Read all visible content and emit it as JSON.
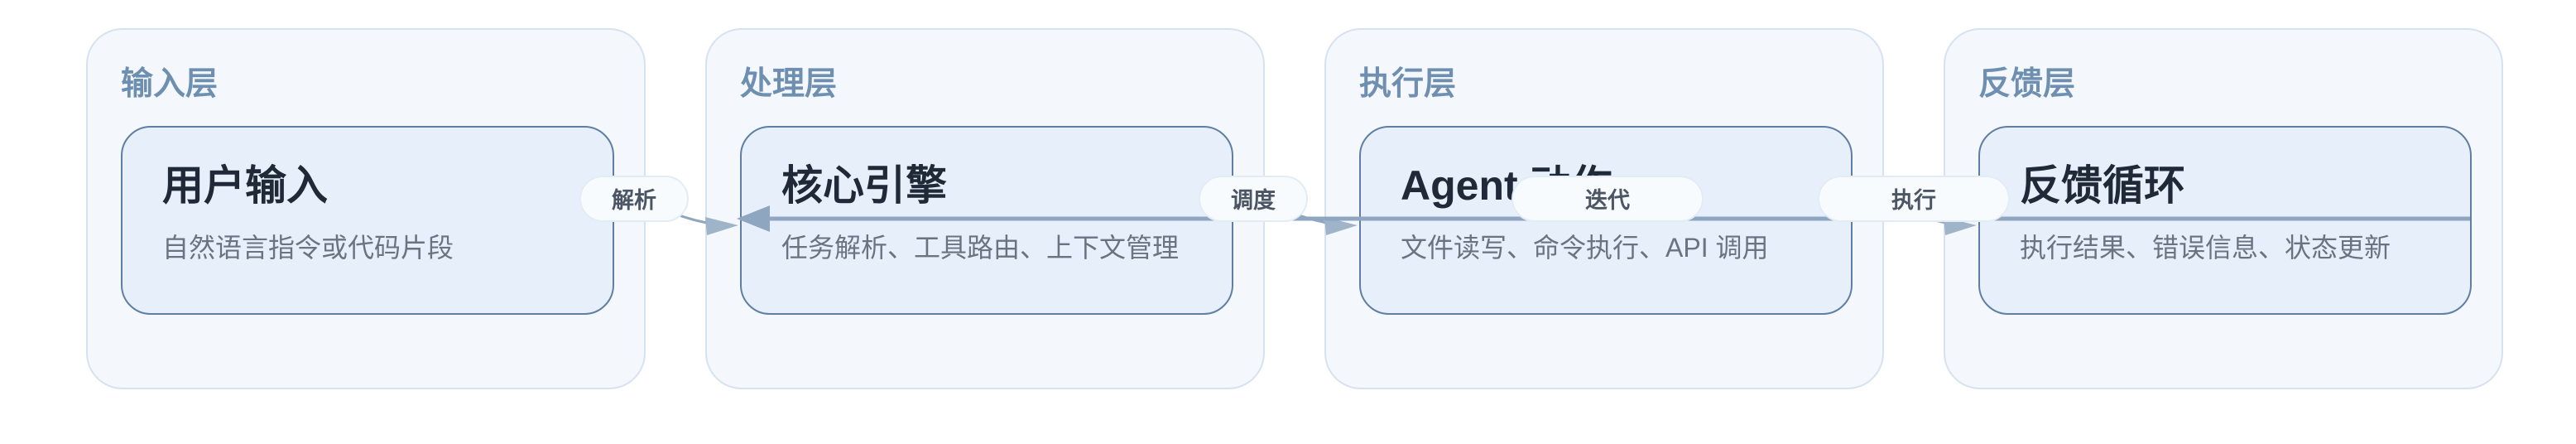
{
  "layers": [
    {
      "title": "输入层",
      "card_title": "用户输入",
      "card_desc": "自然语言指令或代码片段"
    },
    {
      "title": "处理层",
      "card_title": "核心引擎",
      "card_desc": "任务解析、工具路由、上下文管理"
    },
    {
      "title": "执行层",
      "card_title": "Agent 动作",
      "card_desc": "文件读写、命令执行、API 调用"
    },
    {
      "title": "反馈层",
      "card_title": "反馈循环",
      "card_desc": "执行结果、错误信息、状态更新"
    }
  ],
  "edges": [
    {
      "label": "解析"
    },
    {
      "label": "调度"
    },
    {
      "label": "迭代"
    },
    {
      "label": "执行"
    }
  ],
  "colors": {
    "edge_line": "#8fa6c0",
    "layer_bg": "#f4f8fc",
    "card_bg": "#e7f0fa"
  }
}
